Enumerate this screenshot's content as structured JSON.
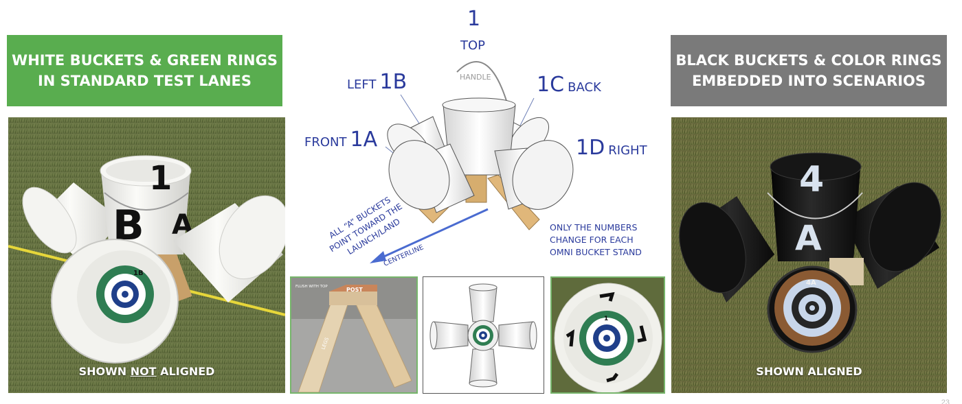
{
  "left": {
    "banner_line1": "WHITE BUCKETS & GREEN RINGS",
    "banner_line2": "IN STANDARD TEST LANES",
    "caption_pre": "SHOWN ",
    "caption_underlined": "NOT",
    "caption_post": " ALIGNED",
    "bucket_labels": {
      "top": "1",
      "side": "B",
      "front": "A",
      "ring": "1B"
    },
    "colors": {
      "banner": "#59ad4f",
      "ring": "#2f7d52",
      "target": "#1f3f8a"
    }
  },
  "right": {
    "banner_line1": "BLACK BUCKETS & COLOR RINGS",
    "banner_line2": "EMBEDDED INTO SCENARIOS",
    "caption": "SHOWN ALIGNED",
    "bucket_labels": {
      "top": "4",
      "front": "A",
      "ring": "4A"
    },
    "colors": {
      "banner": "#7a7a7a",
      "ring": "#8a5a33",
      "bucket": "#111111"
    }
  },
  "diagram": {
    "top_number": "1",
    "top_word": "TOP",
    "handle": "HANDLE",
    "left_num": "1B",
    "left_word": "LEFT",
    "back_num": "1C",
    "back_word": "BACK",
    "front_num": "1A",
    "front_word": "FRONT",
    "right_num": "1D",
    "right_word": "RIGHT",
    "note_left": [
      "ALL “A” BUCKETS",
      "POINT TOWARD THE",
      "LAUNCH/LAND"
    ],
    "centerline": "CENTERLINE",
    "note_right": [
      "ONLY THE NUMBERS",
      "CHANGE FOR EACH",
      "OMNI BUCKET STAND"
    ],
    "colors": {
      "text": "#2a3a9c",
      "arrow": "#4a6bd0",
      "wood": "#e0b77a"
    }
  },
  "thumbs": {
    "legs": {
      "flush": "FLUSH WITH TOP",
      "post": "POST",
      "legs": "LEGS"
    },
    "ring_number": "1"
  },
  "page_number": "23"
}
